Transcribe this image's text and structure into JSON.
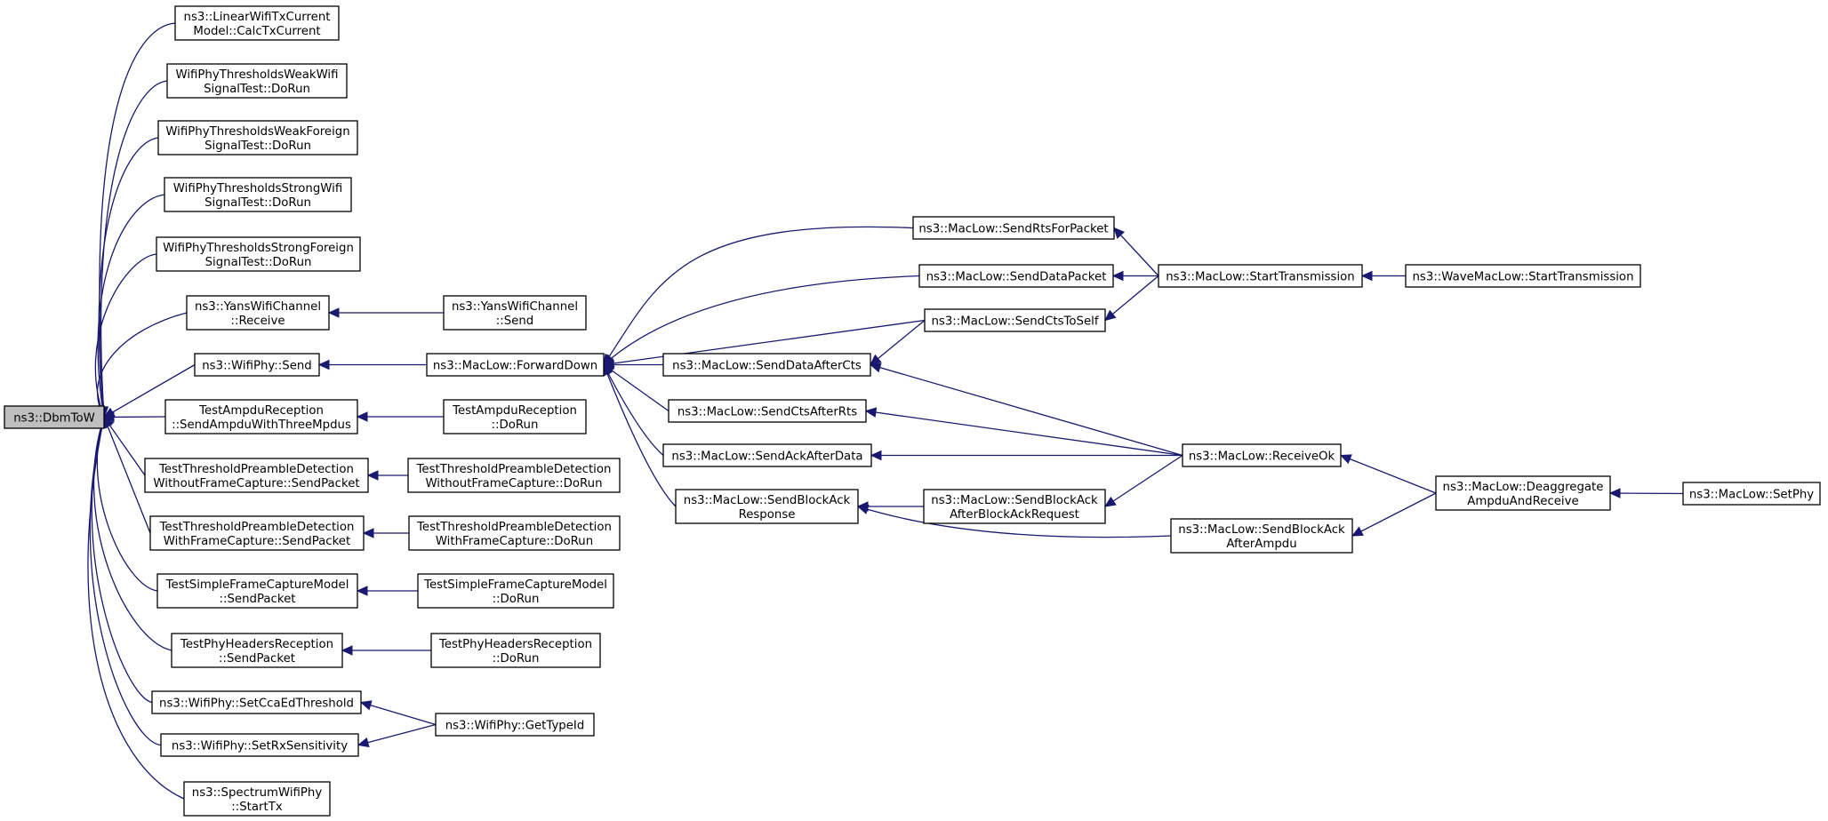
{
  "graph": {
    "title": "",
    "nodes": [
      {
        "id": "dbmtow",
        "lines": [
          "ns3::DbmToW"
        ],
        "root": true
      },
      {
        "id": "linear_calc",
        "lines": [
          "ns3::LinearWifiTxCurrent",
          "Model::CalcTxCurrent"
        ]
      },
      {
        "id": "weakwifi",
        "lines": [
          "WifiPhyThresholdsWeakWifi",
          "SignalTest::DoRun"
        ]
      },
      {
        "id": "weakforeign",
        "lines": [
          "WifiPhyThresholdsWeakForeign",
          "SignalTest::DoRun"
        ]
      },
      {
        "id": "strongwifi",
        "lines": [
          "WifiPhyThresholdsStrongWifi",
          "SignalTest::DoRun"
        ]
      },
      {
        "id": "strongforeign",
        "lines": [
          "WifiPhyThresholdsStrongForeign",
          "SignalTest::DoRun"
        ]
      },
      {
        "id": "yans_receive",
        "lines": [
          "ns3::YansWifiChannel",
          "::Receive"
        ]
      },
      {
        "id": "yans_send",
        "lines": [
          "ns3::YansWifiChannel",
          "::Send"
        ]
      },
      {
        "id": "wifiphy_send",
        "lines": [
          "ns3::WifiPhy::Send"
        ]
      },
      {
        "id": "forwarddown",
        "lines": [
          "ns3::MacLow::ForwardDown"
        ]
      },
      {
        "id": "ampdu_send",
        "lines": [
          "TestAmpduReception",
          "::SendAmpduWithThreeMpdus"
        ]
      },
      {
        "id": "ampdu_dorun",
        "lines": [
          "TestAmpduReception",
          "::DoRun"
        ]
      },
      {
        "id": "thr_wo_send",
        "lines": [
          "TestThresholdPreambleDetection",
          "WithoutFrameCapture::SendPacket"
        ]
      },
      {
        "id": "thr_wo_dorun",
        "lines": [
          "TestThresholdPreambleDetection",
          "WithoutFrameCapture::DoRun"
        ]
      },
      {
        "id": "thr_w_send",
        "lines": [
          "TestThresholdPreambleDetection",
          "WithFrameCapture::SendPacket"
        ]
      },
      {
        "id": "thr_w_dorun",
        "lines": [
          "TestThresholdPreambleDetection",
          "WithFrameCapture::DoRun"
        ]
      },
      {
        "id": "sfc_send",
        "lines": [
          "TestSimpleFrameCaptureModel",
          "::SendPacket"
        ]
      },
      {
        "id": "sfc_dorun",
        "lines": [
          "TestSimpleFrameCaptureModel",
          "::DoRun"
        ]
      },
      {
        "id": "phr_send",
        "lines": [
          "TestPhyHeadersReception",
          "::SendPacket"
        ]
      },
      {
        "id": "phr_dorun",
        "lines": [
          "TestPhyHeadersReception",
          "::DoRun"
        ]
      },
      {
        "id": "setcca",
        "lines": [
          "ns3::WifiPhy::SetCcaEdThreshold"
        ]
      },
      {
        "id": "setrx",
        "lines": [
          "ns3::WifiPhy::SetRxSensitivity"
        ]
      },
      {
        "id": "gettypeid",
        "lines": [
          "ns3::WifiPhy::GetTypeId"
        ]
      },
      {
        "id": "spectrum_starttx",
        "lines": [
          "ns3::SpectrumWifiPhy",
          "::StartTx"
        ]
      },
      {
        "id": "sendrts",
        "lines": [
          "ns3::MacLow::SendRtsForPacket"
        ]
      },
      {
        "id": "senddata",
        "lines": [
          "ns3::MacLow::SendDataPacket"
        ]
      },
      {
        "id": "sendcts_self",
        "lines": [
          "ns3::MacLow::SendCtsToSelf"
        ]
      },
      {
        "id": "senddata_aftercts",
        "lines": [
          "ns3::MacLow::SendDataAfterCts"
        ]
      },
      {
        "id": "sendcts_afterrts",
        "lines": [
          "ns3::MacLow::SendCtsAfterRts"
        ]
      },
      {
        "id": "sendack_afterdata",
        "lines": [
          "ns3::MacLow::SendAckAfterData"
        ]
      },
      {
        "id": "sendblockack_resp",
        "lines": [
          "ns3::MacLow::SendBlockAck",
          "Response"
        ]
      },
      {
        "id": "starttx",
        "lines": [
          "ns3::MacLow::StartTransmission"
        ]
      },
      {
        "id": "wave_starttx",
        "lines": [
          "ns3::WaveMacLow::StartTransmission"
        ]
      },
      {
        "id": "receiveok",
        "lines": [
          "ns3::MacLow::ReceiveOk"
        ]
      },
      {
        "id": "sba_after_req",
        "lines": [
          "ns3::MacLow::SendBlockAck",
          "AfterBlockAckRequest"
        ]
      },
      {
        "id": "sba_after_ampdu",
        "lines": [
          "ns3::MacLow::SendBlockAck",
          "AfterAmpdu"
        ]
      },
      {
        "id": "deaggregate",
        "lines": [
          "ns3::MacLow::Deaggregate",
          "AmpduAndReceive"
        ]
      },
      {
        "id": "setphy",
        "lines": [
          "ns3::MacLow::SetPhy"
        ]
      }
    ],
    "edges": [
      [
        "linear_calc",
        "dbmtow"
      ],
      [
        "weakwifi",
        "dbmtow"
      ],
      [
        "weakforeign",
        "dbmtow"
      ],
      [
        "strongwifi",
        "dbmtow"
      ],
      [
        "strongforeign",
        "dbmtow"
      ],
      [
        "yans_receive",
        "dbmtow"
      ],
      [
        "wifiphy_send",
        "dbmtow"
      ],
      [
        "ampdu_send",
        "dbmtow"
      ],
      [
        "thr_wo_send",
        "dbmtow"
      ],
      [
        "thr_w_send",
        "dbmtow"
      ],
      [
        "sfc_send",
        "dbmtow"
      ],
      [
        "phr_send",
        "dbmtow"
      ],
      [
        "setcca",
        "dbmtow"
      ],
      [
        "setrx",
        "dbmtow"
      ],
      [
        "spectrum_starttx",
        "dbmtow"
      ],
      [
        "yans_send",
        "yans_receive"
      ],
      [
        "forwarddown",
        "wifiphy_send"
      ],
      [
        "ampdu_dorun",
        "ampdu_send"
      ],
      [
        "thr_wo_dorun",
        "thr_wo_send"
      ],
      [
        "thr_w_dorun",
        "thr_w_send"
      ],
      [
        "sfc_dorun",
        "sfc_send"
      ],
      [
        "phr_dorun",
        "phr_send"
      ],
      [
        "gettypeid",
        "setcca"
      ],
      [
        "gettypeid",
        "setrx"
      ],
      [
        "sendrts",
        "forwarddown"
      ],
      [
        "senddata",
        "forwarddown"
      ],
      [
        "sendcts_self",
        "forwarddown"
      ],
      [
        "senddata_aftercts",
        "forwarddown"
      ],
      [
        "sendcts_afterrts",
        "forwarddown"
      ],
      [
        "sendack_afterdata",
        "forwarddown"
      ],
      [
        "sendblockack_resp",
        "forwarddown"
      ],
      [
        "starttx",
        "sendrts"
      ],
      [
        "starttx",
        "senddata"
      ],
      [
        "starttx",
        "sendcts_self"
      ],
      [
        "wave_starttx",
        "starttx"
      ],
      [
        "sendcts_self",
        "senddata_aftercts"
      ],
      [
        "receiveok",
        "senddata_aftercts"
      ],
      [
        "receiveok",
        "sendcts_afterrts"
      ],
      [
        "receiveok",
        "sendack_afterdata"
      ],
      [
        "receiveok",
        "sba_after_req"
      ],
      [
        "deaggregate",
        "receiveok"
      ],
      [
        "sba_after_req",
        "sendblockack_resp"
      ],
      [
        "sba_after_ampdu",
        "sendblockack_resp"
      ],
      [
        "deaggregate",
        "sba_after_ampdu"
      ],
      [
        "setphy",
        "deaggregate"
      ]
    ]
  },
  "colors": {
    "edge": "#191970",
    "node_border": "#000000",
    "node_fill": "#ffffff",
    "root_fill": "#bfbfbf"
  }
}
